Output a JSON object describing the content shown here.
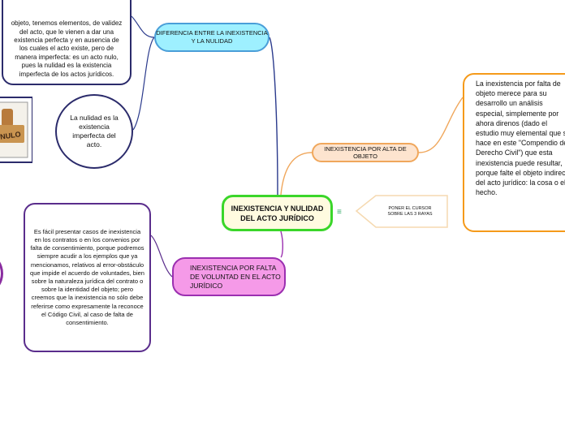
{
  "nodes": {
    "center": "INEXISTENCIA Y NULIDAD DEL ACTO JURÍDICO",
    "diferencia": "DIFERENCIA ENTRE LA INEXISTENCIA Y LA NULIDAD",
    "top_left_text": "objeto, tenemos elementos, de validez del acto,  que le vienen a dar una existencia perfecta y en ausencia de los cuales el acto existe, pero de manera imperfecta: es un acto nulo, pues la nulidad es la existencia imperfecta de los actos jurídicos.",
    "nulidad_bubble": "La nulidad es la existencia imperfecta del acto.",
    "alta_objeto": "INEXISTENCIA POR ALTA DE OBJETO",
    "right_text": "La inexistencia por falta de objeto merece para su desarrollo un análisis especial, simplemente por ahora direnos (dado el estudio muy elemental que se hace en este \"Compendio de Derecho Civil\") que esta inexistencia puede resultar, porque falte el objeto indirecto del acto jurídico: la cosa o el hecho.",
    "cursor_note": "PONER EL CURSOR SOBRE LAS 3 RAYAS",
    "voluntad": "INEXISTENCIA POR FALTA DE VOLUNTAD EN EL ACTO JURÍDICO",
    "voluntad_text": "Es fácil presentar casos de inexistencia en los contratos o en los convenios por falta de consentimiento, porque podremos siempre acudir a los ejemplos que ya mencionamos, relativos al error-obstáculo que impide el acuerdo de voluntades, bien sobre la naturaleza jurídica del contrato o sobre la identidad del objeto; pero creemos que la inexistencia no sólo debe referirse como expresamente la reconoce el Código Civil, al caso de falta de consentimiento."
  },
  "icons": {
    "menu": "menu-three-lines-icon",
    "stamp": "stamp-image"
  },
  "stamp_text": "NULO",
  "colors": {
    "center_border": "#3ad62a",
    "diferencia_fill": "#9ef0ff",
    "alta_objeto_fill": "#fde4cf",
    "voluntad_fill": "#f59ae8",
    "link_blue": "#2a3a8c",
    "link_orange": "#f0a75c",
    "link_purple": "#9b2fb0"
  }
}
